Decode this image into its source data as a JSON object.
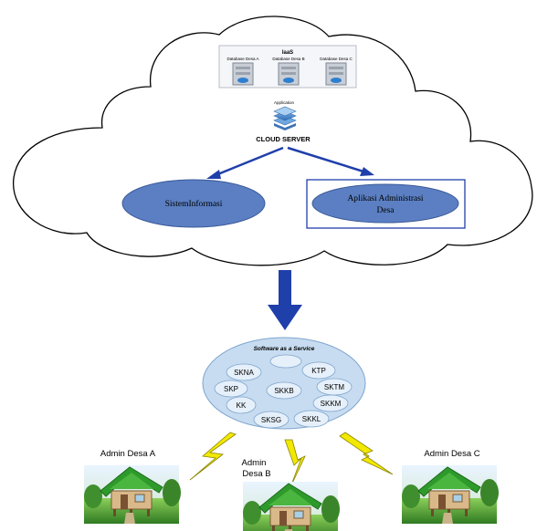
{
  "iaas": {
    "title": "IaaS",
    "databases": [
      "Database Desa A",
      "Database Desa B",
      "Database Desa C"
    ]
  },
  "application_label": "Application",
  "cloud_server_label": "CLOUD SERVER",
  "sistem_informasi": "SistemInformasi",
  "aplikasi": {
    "line1": "Aplikasi Administrasi",
    "line2": "Desa"
  },
  "saas": {
    "title": "Software as a Service",
    "items": [
      "SKNA",
      "KTP",
      "SKP",
      "SKKB",
      "SKTM",
      "KK",
      "SKKM",
      "SKSG",
      "SKKL"
    ]
  },
  "admins": {
    "a": {
      "line1": "Admin Desa A"
    },
    "b": {
      "line1": "Admin",
      "line2": "Desa B"
    },
    "c": {
      "line1": "Admin Desa C"
    }
  },
  "colors": {
    "ellipse_fill": "#5b7fc2",
    "arrow_blue": "#1f3faa",
    "saas_fill": "#c7dcf0",
    "bolt_yellow": "#f2e800",
    "roof_green": "#2e9a2c",
    "grass_green": "#3d8a2b"
  }
}
